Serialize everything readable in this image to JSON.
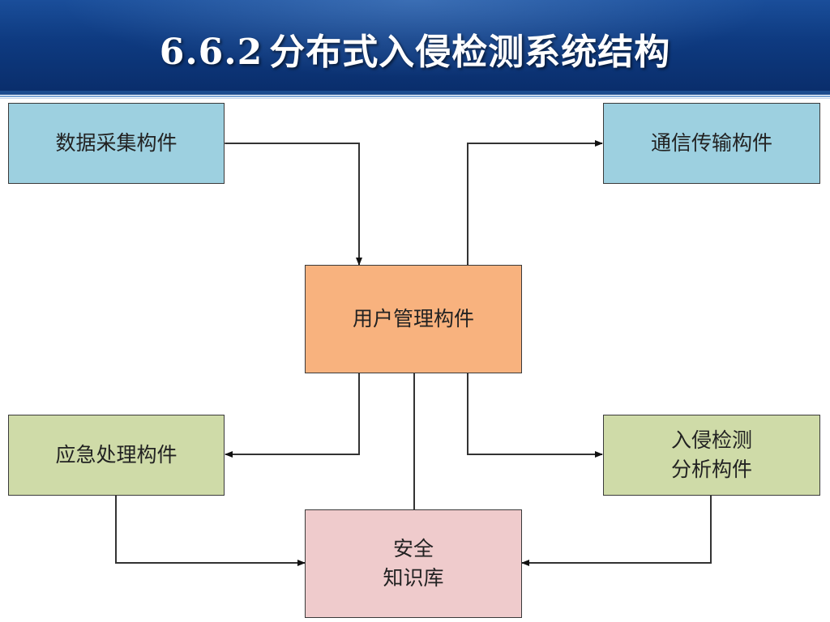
{
  "slide": {
    "title_number": "6.6.2",
    "title_text": "分布式入侵检测系统结构"
  },
  "diagram": {
    "data_collection": "数据采集构件",
    "communication": "通信传输构件",
    "user_management": "用户管理构件",
    "emergency_response": "应急处理构件",
    "intrusion_analysis_line1": "入侵检测",
    "intrusion_analysis_line2": "分析构件",
    "knowledge_base_line1": "安全",
    "knowledge_base_line2": "知识库"
  },
  "colors": {
    "header": "#0e3a80",
    "top_boxes": "#9dd0e0",
    "center_box": "#f8b27e",
    "side_boxes": "#cfdba8",
    "bottom_box": "#efcbcc"
  }
}
